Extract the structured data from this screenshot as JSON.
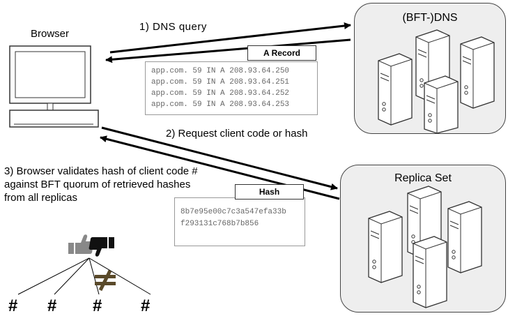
{
  "labels": {
    "browser": "Browser",
    "step1": "1)   DNS query",
    "step2": "2) Request client code or hash",
    "step3": "3) Browser validates hash of client code # against BFT quorum of retrieved hashes from all replicas"
  },
  "dns_cloud": {
    "title": "(BFT-)DNS"
  },
  "replica_cloud": {
    "title": "Replica Set"
  },
  "a_record": {
    "header": "A Record",
    "lines": [
      "app.com. 59 IN A 208.93.64.250",
      "app.com. 59 IN A 208.93.64.251",
      "app.com. 59 IN A 208.93.64.252",
      "app.com. 59 IN A 208.93.64.253"
    ]
  },
  "hash_box": {
    "header": "Hash",
    "lines": [
      "8b7e95e00c7c3a547efa33b",
      "f293131c768b7b856"
    ]
  },
  "hashes": [
    "#",
    "#",
    "#",
    "#"
  ],
  "icons": {
    "vote": "thumbs-up-down-icon",
    "not_equal": "not-equal-icon"
  }
}
